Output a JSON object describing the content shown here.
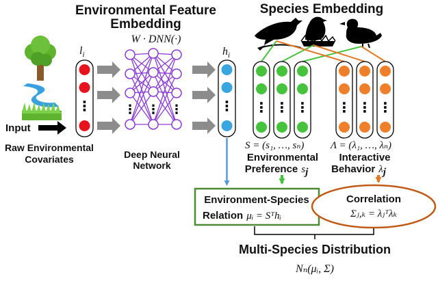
{
  "titles": {
    "env_feature_line1": "Environmental Feature",
    "env_feature_line2": "Embedding",
    "species_embedding": "Species Embedding"
  },
  "formulas": {
    "dnn": "W · DNN(·)",
    "l_i": "l",
    "l_i_sub": "i",
    "h_i": "h",
    "h_i_sub": "i",
    "s_set": "S = (s₁, …, sₙ)",
    "lambda_set": "Λ = (λ₁, …, λₙ)",
    "s_j": "s",
    "s_j_sub": "j",
    "lambda_j": "λ",
    "lambda_j_sub": "j",
    "mu_eq": "μᵢ = Sᵀhᵢ",
    "sigma_eq": "Σⱼ,ₖ = λⱼᵀλₖ",
    "normal": "Nₙ(μᵢ, Σ)"
  },
  "labels": {
    "input": "Input",
    "raw_env_line1": "Raw Environmental",
    "raw_env_line2": "Covariates",
    "dnn_line1": "Deep Neural",
    "dnn_line2": "Network",
    "env_pref_line1": "Environmental",
    "env_pref_line2": "Preference",
    "interactive_line1": "Interactive",
    "interactive_line2": "Behavior",
    "env_species_line1": "Environment-Species",
    "env_species_line2": "Relation",
    "correlation": "Correlation",
    "multi_species": "Multi-Species Distribution",
    "dots": "⋮"
  },
  "colors": {
    "red_node": "#e8141d",
    "blue_node": "#3aa6e0",
    "green_node": "#46c23c",
    "orange_node": "#f07f2b",
    "nn_purple": "#8a3ad4",
    "box_green": "#4d8c34",
    "ellipse_orange": "#c05a18",
    "arrow_gray": "#8c8c8c",
    "arrow_blue": "#5b9bd5",
    "arrow_green": "#46c23c",
    "arrow_orange": "#e07a28"
  }
}
